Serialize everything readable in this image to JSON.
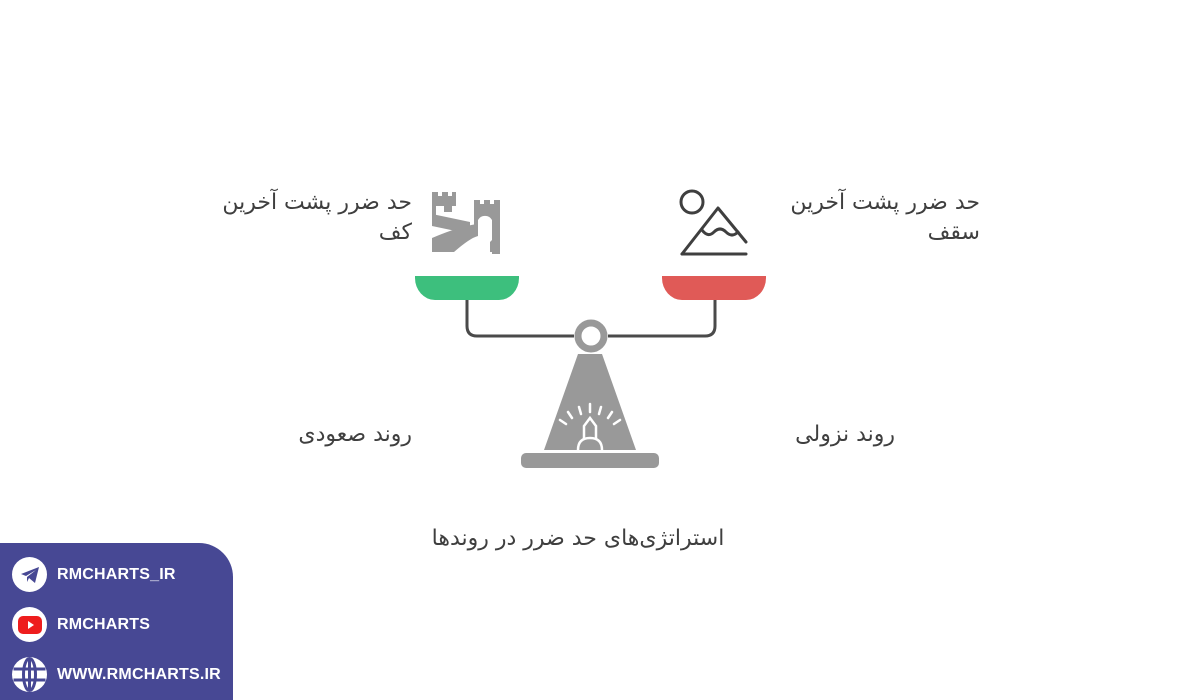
{
  "diagram": {
    "title": "استراتژی‌های حد ضرر در روندها",
    "left_pan": {
      "label": "حد ضرر پشت آخرین کف",
      "icon": "castle-wall-icon",
      "color": "#3dbf7d"
    },
    "right_pan": {
      "label": "حد ضرر پشت آخرین سقف",
      "icon": "mountain-sun-icon",
      "color": "#e05a57"
    },
    "left_trend": "روند صعودی",
    "right_trend": "روند نزولی",
    "fulcrum_icon": "alarm-light-icon",
    "structure_color": "#999999"
  },
  "social": {
    "background": "#474894",
    "items": [
      {
        "icon": "telegram-icon",
        "label": "RMCHARTS_IR"
      },
      {
        "icon": "youtube-icon",
        "label": "RMCHARTS"
      },
      {
        "icon": "globe-icon",
        "label": "WWW.RMCHARTS.IR"
      }
    ]
  }
}
